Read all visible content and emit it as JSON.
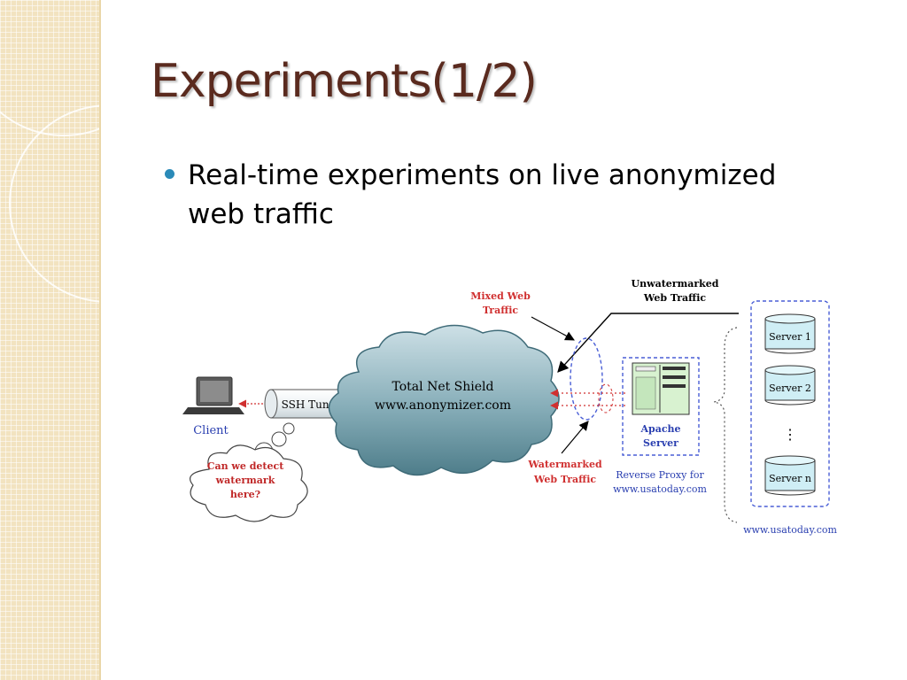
{
  "slide": {
    "title": "Experiments(1/2)",
    "bullets": [
      "Real-time experiments on live anonymized web traffic"
    ]
  },
  "diagram": {
    "labels": {
      "mixed_line1": "Mixed Web",
      "mixed_line2": "Traffic",
      "unwm_line1": "Unwatermarked",
      "unwm_line2": "Web Traffic",
      "cloud_line1": "Total Net Shield",
      "cloud_line2": "www.anonymizer.com",
      "ssh_tunnel": "SSH Tunnel",
      "client": "Client",
      "thought_line1": "Can we detect",
      "thought_line2": "watermark",
      "thought_line3": "here?",
      "wm_line1": "Watermarked",
      "wm_line2": "Web Traffic",
      "apache_line1": "Apache",
      "apache_line2": "Server",
      "proxy_line1": "Reverse Proxy for",
      "proxy_line2": "www.usatoday.com",
      "server1": "Server 1",
      "server2": "Server 2",
      "server_dots": "⋮",
      "servern": "Server n",
      "usatoday": "www.usatoday.com"
    },
    "colors": {
      "highlight_red": "#d03030",
      "dashed_blue": "#4a5fd6",
      "cloud_fill": "#7aa6b2",
      "server_fill": "#cfeef5",
      "apache_fill": "#d8f2d0"
    }
  }
}
